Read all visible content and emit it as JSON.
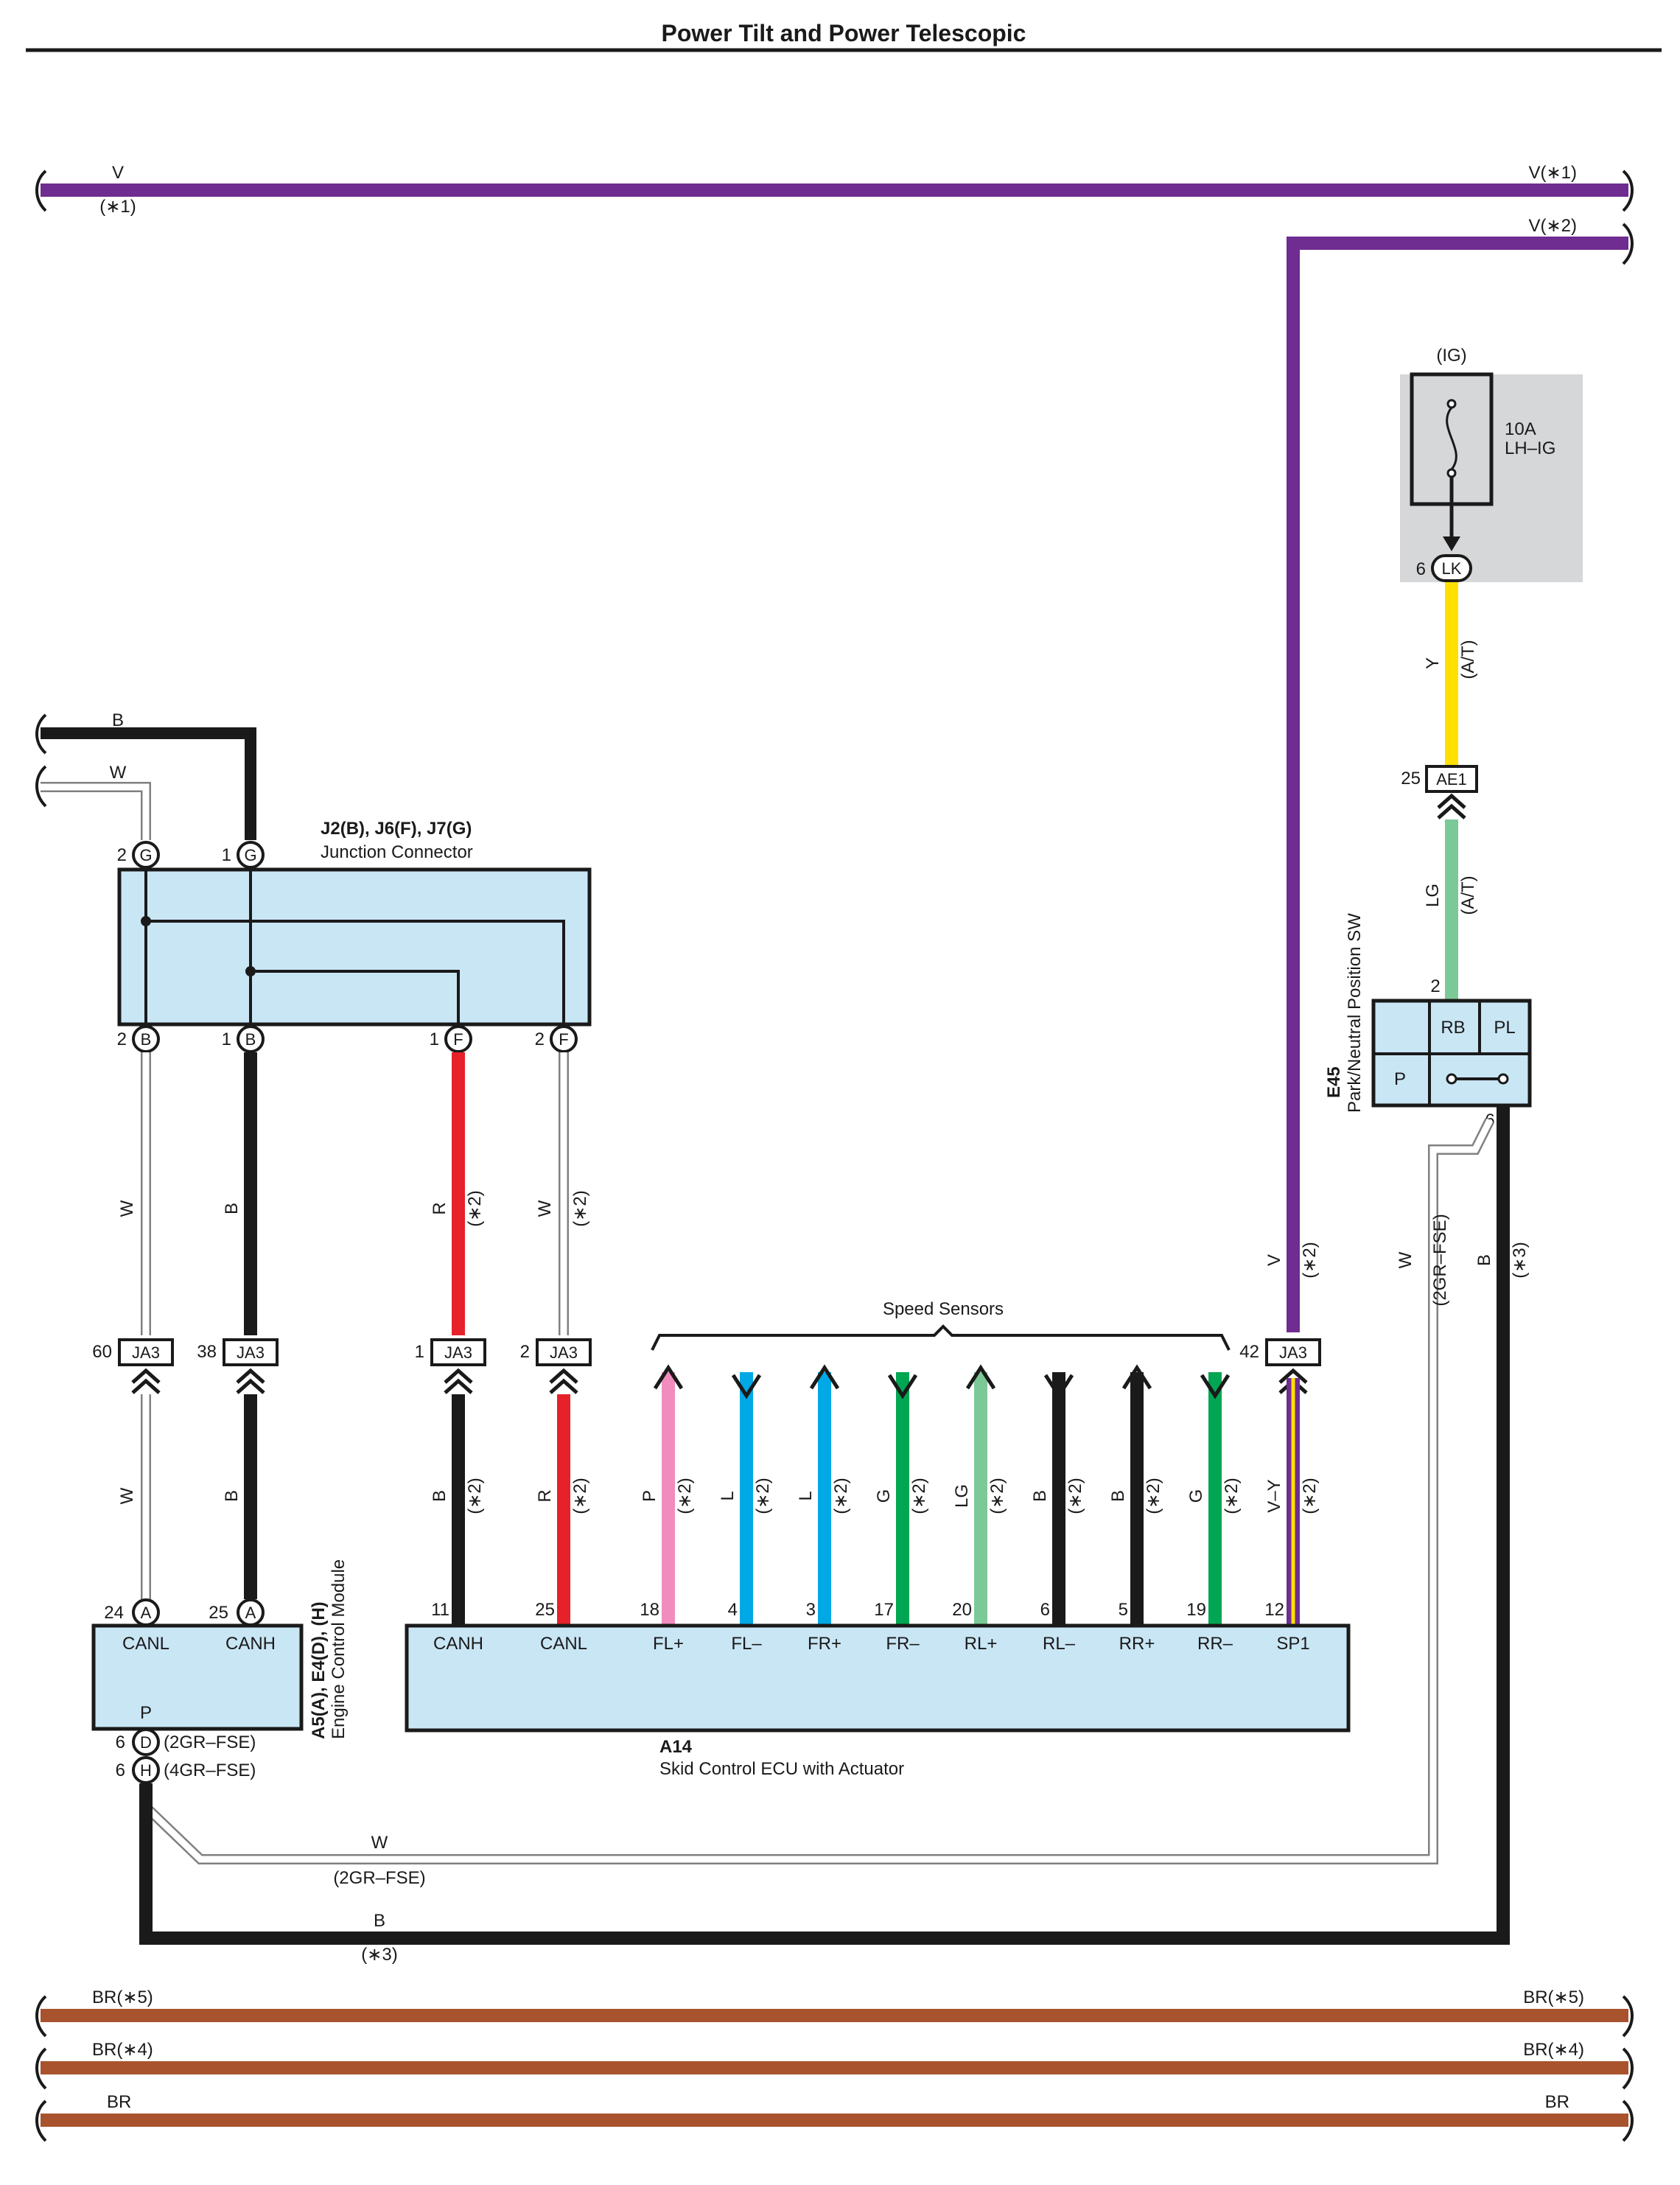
{
  "page_title": "Power Tilt and Power Telescopic",
  "colors": {
    "V": "#6f2c91",
    "B": "#1a1a1a",
    "W": "#ffffff",
    "R": "#e62129",
    "P": "#f08cbe",
    "L": "#00a8e6",
    "G": "#00a651",
    "LG": "#7cc998",
    "Y": "#ffe000",
    "BR": "#a9532e",
    "box_fill": "#c9e6f5",
    "fuse_bg": "#d6d7d9"
  },
  "top_wires": {
    "v1": {
      "label_left": "V",
      "note_left": "(∗1)",
      "label_right": "V(∗1)"
    },
    "v2": {
      "label_right": "V(∗2)"
    }
  },
  "fuse": {
    "group": "(IG)",
    "rating": "10A",
    "name": "LH–IG",
    "pin": "6",
    "connector": "LK"
  },
  "pns_wires": {
    "y": "Y",
    "y_note": "(A/T)",
    "ae1_pin": "25",
    "ae1": "AE1",
    "lg": "LG",
    "lg_note": "(A/T)"
  },
  "pns_switch": {
    "code": "E45",
    "name": "Park/Neutral Position SW",
    "pin_top": "2",
    "pin_bottom": "6",
    "cells": [
      "RB",
      "PL",
      "P"
    ]
  },
  "junction": {
    "code": "J2(B), J6(F), J7(G)",
    "name": "Junction Connector",
    "wire_b": "B",
    "wire_w": "W",
    "pins": {
      "g2": "2",
      "g2c": "G",
      "g1": "1",
      "g1c": "G",
      "b2": "2",
      "b2c": "B",
      "b1": "1",
      "b1c": "B",
      "f1": "1",
      "f1c": "F",
      "f2": "2",
      "f2c": "F"
    }
  },
  "mid_wires": {
    "w1": "W",
    "b1": "B",
    "r1": "R",
    "r1_note": "(∗2)",
    "w2": "W",
    "w2_note": "(∗2)",
    "v42": "V",
    "v42_note": "(∗2)",
    "w_pns": "W",
    "w_pns_note": "(2GR–FSE)",
    "b_pns": "B",
    "b_pns_note": "(∗3)"
  },
  "ja3": {
    "label": "JA3",
    "pins": [
      "60",
      "38",
      "1",
      "2",
      "42"
    ]
  },
  "speed_sensors": {
    "title": "Speed Sensors",
    "wires": [
      {
        "color": "P",
        "note": "(∗2)",
        "dir": "up"
      },
      {
        "color": "L",
        "note": "(∗2)",
        "dir": "down"
      },
      {
        "color": "L",
        "note": "(∗2)",
        "dir": "up"
      },
      {
        "color": "G",
        "note": "(∗2)",
        "dir": "down"
      },
      {
        "color": "LG",
        "note": "(∗2)",
        "dir": "up"
      },
      {
        "color": "B",
        "note": "(∗2)",
        "dir": "down"
      },
      {
        "color": "B",
        "note": "(∗2)",
        "dir": "up"
      },
      {
        "color": "G",
        "note": "(∗2)",
        "dir": "down"
      }
    ]
  },
  "lower_wires": {
    "w": "W",
    "b": "B",
    "b2": "B",
    "b2_note": "(∗2)",
    "r": "R",
    "r_note": "(∗2)",
    "vy": "V–Y",
    "vy_note": "(∗2)"
  },
  "ecm": {
    "code": "A5(A), E4(D), (H)",
    "name": "Engine Control Module",
    "pins": [
      {
        "num": "24",
        "conn": "A",
        "term": "CANL"
      },
      {
        "num": "25",
        "conn": "A",
        "term": "CANH"
      }
    ],
    "term_p": "P",
    "ground_pins": [
      {
        "num": "6",
        "conn": "D",
        "note": "(2GR–FSE)"
      },
      {
        "num": "6",
        "conn": "H",
        "note": "(4GR–FSE)"
      }
    ]
  },
  "skid_ecu": {
    "code": "A14",
    "name": "Skid Control ECU with Actuator",
    "terminals": [
      {
        "num": "11",
        "term": "CANH"
      },
      {
        "num": "25",
        "term": "CANL"
      },
      {
        "num": "18",
        "term": "FL+"
      },
      {
        "num": "4",
        "term": "FL–"
      },
      {
        "num": "3",
        "term": "FR+"
      },
      {
        "num": "17",
        "term": "FR–"
      },
      {
        "num": "20",
        "term": "RL+"
      },
      {
        "num": "6",
        "term": "RL–"
      },
      {
        "num": "5",
        "term": "RR+"
      },
      {
        "num": "19",
        "term": "RR–"
      },
      {
        "num": "12",
        "term": "SP1"
      }
    ]
  },
  "ground_wires": {
    "w": "W",
    "w_note": "(2GR–FSE)",
    "b": "B",
    "b_note": "(∗3)"
  },
  "bottom_wires": [
    {
      "left": "BR(∗5)",
      "right": "BR(∗5)"
    },
    {
      "left": "BR(∗4)",
      "right": "BR(∗4)"
    },
    {
      "left": "BR",
      "right": "BR"
    }
  ]
}
